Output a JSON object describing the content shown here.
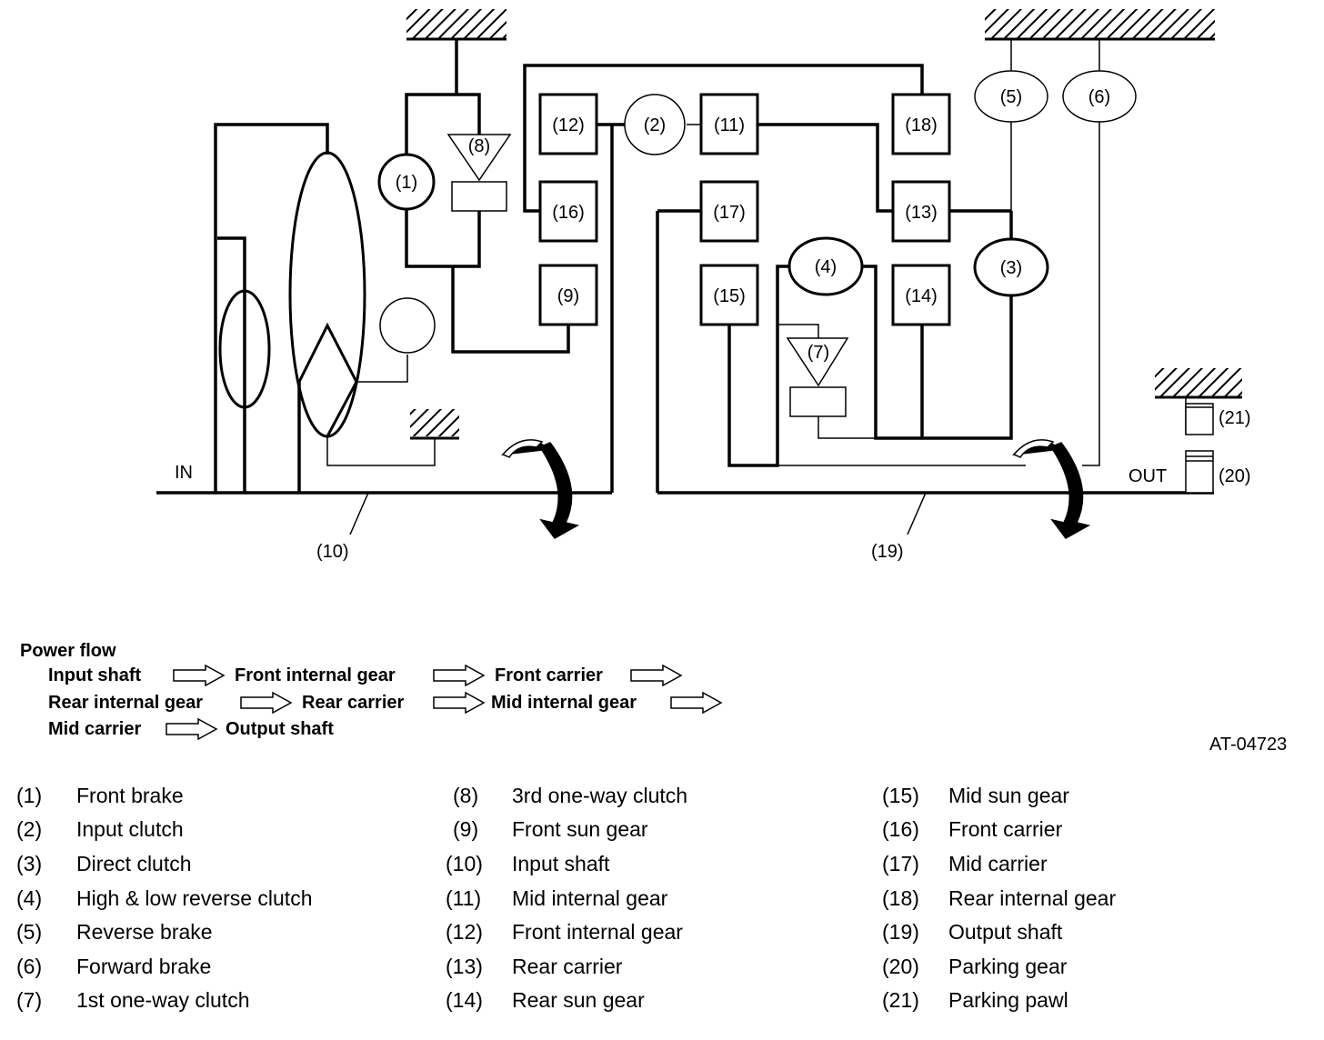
{
  "diagram": {
    "in_label": "IN",
    "out_label": "OUT",
    "nodes": {
      "n1": "(1)",
      "n2": "(2)",
      "n3": "(3)",
      "n4": "(4)",
      "n5": "(5)",
      "n6": "(6)",
      "n7": "(7)",
      "n8": "(8)",
      "n9": "(9)",
      "n10": "(10)",
      "n11": "(11)",
      "n12": "(12)",
      "n13": "(13)",
      "n14": "(14)",
      "n15": "(15)",
      "n16": "(16)",
      "n17": "(17)",
      "n18": "(18)",
      "n19": "(19)",
      "n20": "(20)",
      "n21": "(21)"
    }
  },
  "power_flow": {
    "title": "Power flow",
    "steps": [
      "Input shaft",
      "Front internal gear",
      "Front carrier",
      "Rear internal gear",
      "Rear carrier",
      "Mid internal gear",
      "Mid carrier",
      "Output shaft"
    ]
  },
  "figure_ref": "AT-04723",
  "legend": [
    {
      "num": "(1)",
      "label": "Front brake"
    },
    {
      "num": "(2)",
      "label": "Input clutch"
    },
    {
      "num": "(3)",
      "label": "Direct clutch"
    },
    {
      "num": "(4)",
      "label": "High & low reverse clutch"
    },
    {
      "num": "(5)",
      "label": "Reverse brake"
    },
    {
      "num": "(6)",
      "label": "Forward brake"
    },
    {
      "num": "(7)",
      "label": "1st one-way clutch"
    },
    {
      "num": "(8)",
      "label": "3rd one-way clutch"
    },
    {
      "num": "(9)",
      "label": "Front sun gear"
    },
    {
      "num": "(10)",
      "label": "Input shaft"
    },
    {
      "num": "(11)",
      "label": "Mid internal gear"
    },
    {
      "num": "(12)",
      "label": "Front internal gear"
    },
    {
      "num": "(13)",
      "label": "Rear carrier"
    },
    {
      "num": "(14)",
      "label": "Rear sun gear"
    },
    {
      "num": "(15)",
      "label": "Mid sun gear"
    },
    {
      "num": "(16)",
      "label": "Front carrier"
    },
    {
      "num": "(17)",
      "label": "Mid carrier"
    },
    {
      "num": "(18)",
      "label": "Rear internal gear"
    },
    {
      "num": "(19)",
      "label": "Output shaft"
    },
    {
      "num": "(20)",
      "label": "Parking gear"
    },
    {
      "num": "(21)",
      "label": "Parking pawl"
    }
  ]
}
